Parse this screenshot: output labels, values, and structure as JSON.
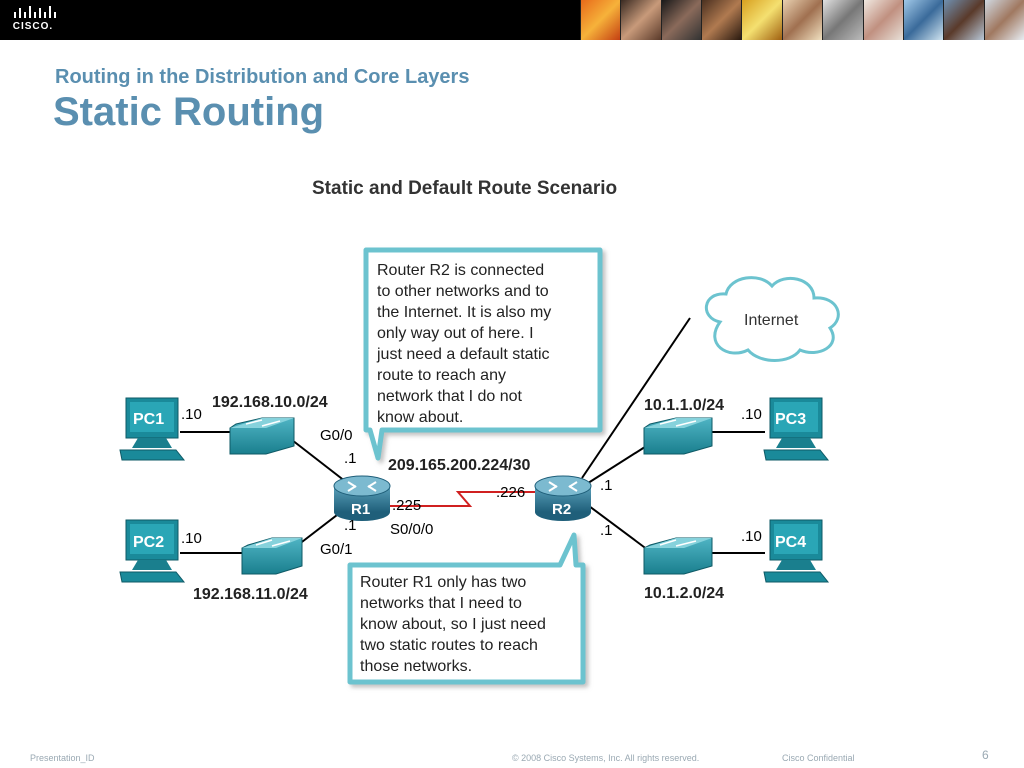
{
  "header": {
    "brand": "CISCO.",
    "subtitle": "Routing in the Distribution and Core Layers",
    "title": "Static Routing"
  },
  "diagram": {
    "heading": "Static and Default Route Scenario",
    "callout_r2": [
      "Router R2 is connected",
      "to other networks and to",
      "the Internet. It is also my",
      "only way out of here. I",
      "just need a default static",
      "route to reach any",
      "network that I do not",
      "know about."
    ],
    "callout_r1": [
      "Router R1 only has two",
      "networks that I need to",
      "know about, so I just need",
      "two static routes to reach",
      "those networks."
    ],
    "internet": "Internet",
    "pc1": "PC1",
    "pc2": "PC2",
    "pc3": "PC3",
    "pc4": "PC4",
    "pc1_host": ".10",
    "pc2_host": ".10",
    "pc3_host": ".10",
    "pc4_host": ".10",
    "net_pc1": "192.168.10.0/24",
    "net_pc2": "192.168.11.0/24",
    "net_pc3": "10.1.1.0/24",
    "net_pc4": "10.1.2.0/24",
    "serial_net": "209.165.200.224/30",
    "r1": "R1",
    "r2": "R2",
    "r1_g00": "G0/0",
    "r1_g00_host": ".1",
    "r1_g01": "G0/1",
    "r1_g01_host": ".1",
    "r1_serial_host": ".225",
    "r1_serial_if": "S0/0/0",
    "r2_serial_host": ".226",
    "r2_top_host": ".1",
    "r2_bottom_host": ".1"
  },
  "footer": {
    "presentation_id": "Presentation_ID",
    "copyright": "© 2008 Cisco Systems, Inc. All rights reserved.",
    "confidential": "Cisco Confidential",
    "page": "6"
  },
  "colors": {
    "title": "#5a8fb0",
    "device_teal": "#1a8a9a",
    "router_blue": "#2b6f8a",
    "callout_border": "#6cc3cf",
    "serial_red": "#d02020"
  }
}
